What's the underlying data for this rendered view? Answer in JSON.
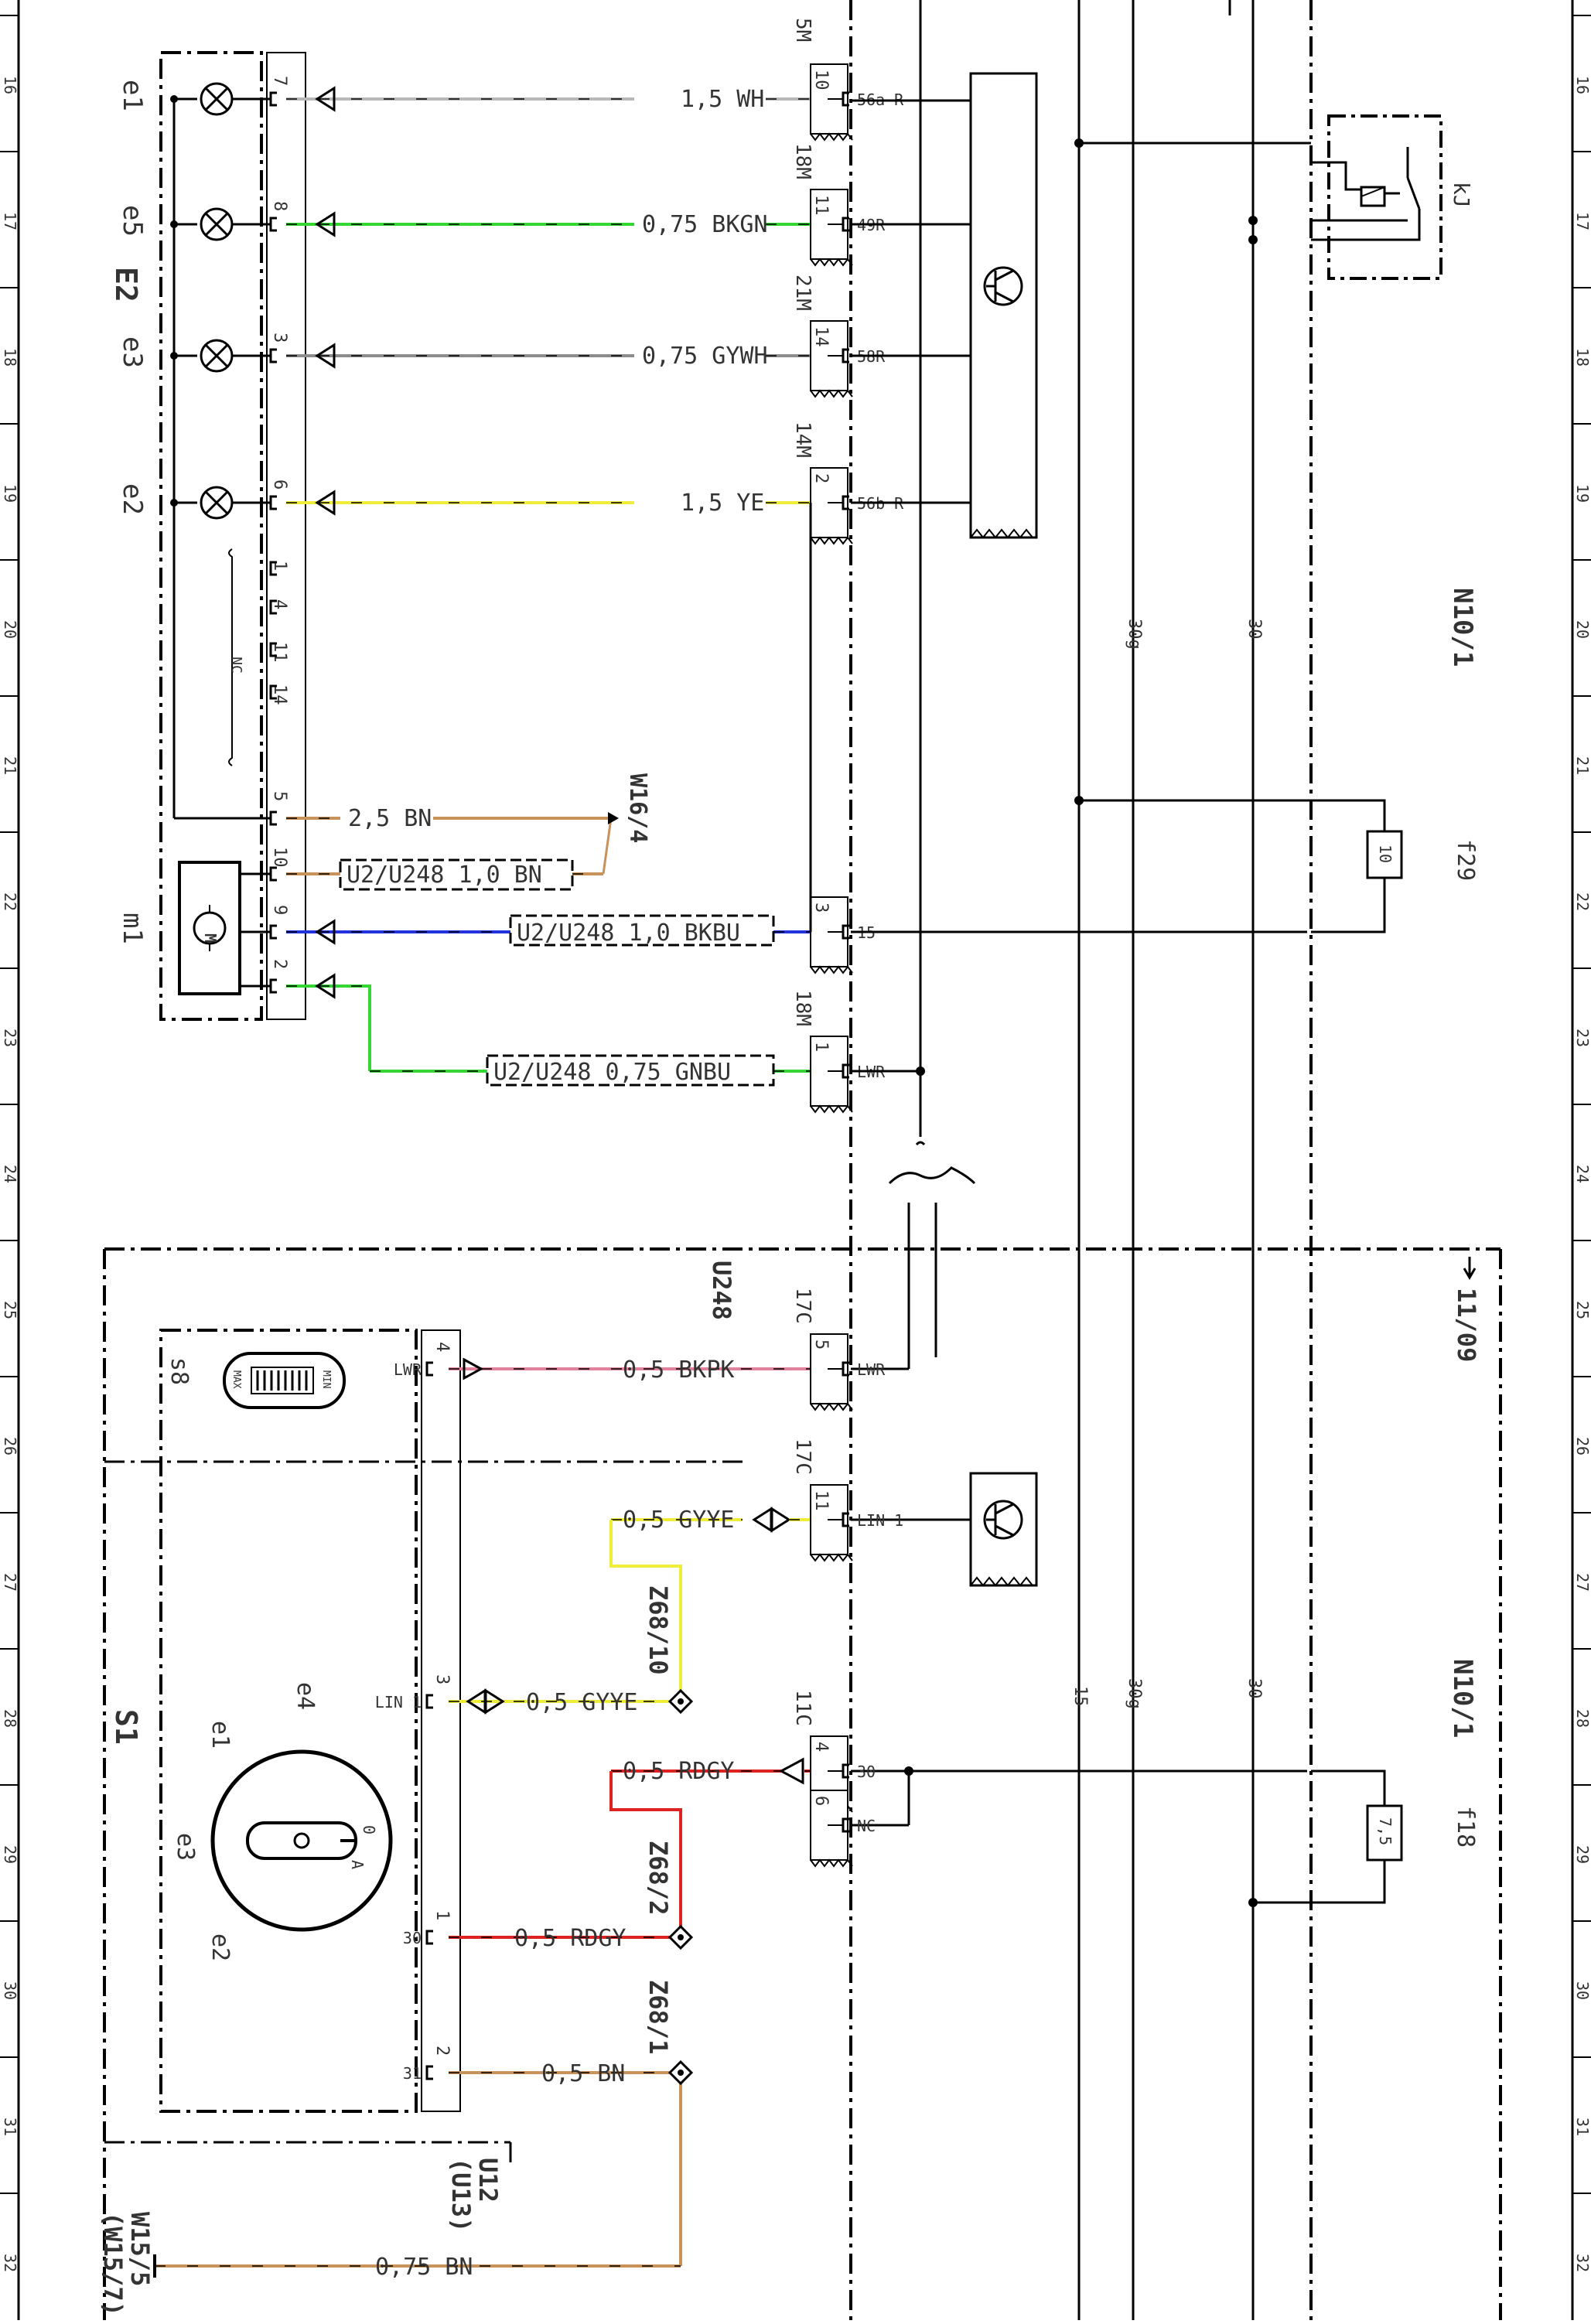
{
  "grid_rows": [
    "16",
    "17",
    "18",
    "19",
    "20",
    "21",
    "22",
    "23",
    "24",
    "25",
    "26",
    "27",
    "28",
    "29",
    "30",
    "31",
    "32"
  ],
  "components": {
    "e2_block": "E2",
    "s1_block": "S1",
    "n10_top": "N10/1",
    "n10_bottom": "N10/1",
    "u248": "U248",
    "u12": "U12",
    "u13": "(U13)",
    "w16": "W16/4",
    "w15": "W15/5",
    "w15b": "(W15/7)",
    "ref_11_09": "11/09",
    "z68_10": "Z68/10",
    "z68_2": "Z68/2",
    "z68_1": "Z68/1",
    "kj": "kJ",
    "f29": "f29",
    "f18": "f18",
    "f29_val": "10",
    "f18_val": "7,5",
    "s8": "s8",
    "m1": "m1",
    "nc": "NC",
    "max": "MAX",
    "min": "MIN"
  },
  "lamps": [
    {
      "name": "e1",
      "pin": "7"
    },
    {
      "name": "e5",
      "pin": "8"
    },
    {
      "name": "e3",
      "pin": "3"
    },
    {
      "name": "e2",
      "pin": "6"
    }
  ],
  "e2_pins_nc": [
    "1",
    "4",
    "11",
    "14"
  ],
  "e2_pins_other": [
    "5",
    "10",
    "9",
    "2"
  ],
  "wires_top": [
    {
      "label": "1,5  WH",
      "color": "#b8b8b8"
    },
    {
      "label": "0,75  BKGN",
      "color": "#33d633"
    },
    {
      "label": "0,75  GYWH",
      "color": "#8c8c8c"
    },
    {
      "label": "1,5  YE",
      "color": "#f0ec3a"
    }
  ],
  "wires_mid": [
    {
      "label": "2,5  BN",
      "color": "#c8935a"
    },
    {
      "label": "U2/U248   1,0  BN",
      "color": "#c8935a"
    },
    {
      "label": "U2/U248   1,0  BKBU",
      "color": "#2233dd"
    },
    {
      "label": "U2/U248    0,75  GNBU",
      "color": "#33d633"
    }
  ],
  "connectors_top": [
    {
      "code": "5M",
      "pin": "10",
      "term": "56a  R"
    },
    {
      "code": "18M",
      "pin": "11",
      "term": "49R"
    },
    {
      "code": "21M",
      "pin": "14",
      "term": "58R"
    },
    {
      "code": "14M",
      "pin": "2",
      "term": "56b  R"
    },
    {
      "code": "",
      "pin": "3",
      "term": "15"
    },
    {
      "code": "18M",
      "pin": "1",
      "term": "LWR"
    }
  ],
  "connectors_bottom": [
    {
      "code": "17C",
      "pin": "5",
      "term": "LWR"
    },
    {
      "code": "17C",
      "pin": "11",
      "term": "LIN  1"
    },
    {
      "code": "11C",
      "pin": "4",
      "term": "30"
    },
    {
      "code": "",
      "pin": "6",
      "term": "NC"
    }
  ],
  "wires_bottom": [
    {
      "label": "0,5  BKPK",
      "color": "#e0829c"
    },
    {
      "label": "0,5  GYYE",
      "color": "#f0ec3a"
    },
    {
      "label": "0,5  GYYE",
      "color": "#f0ec3a"
    },
    {
      "label": "0,5  RDGY",
      "color": "#dd2222"
    },
    {
      "label": "0,5  RDGY",
      "color": "#dd2222"
    },
    {
      "label": "0,5  BN",
      "color": "#c8935a"
    },
    {
      "label": "0,75  BN",
      "color": "#c8935a"
    }
  ],
  "s1_pins": [
    {
      "term": "LWR",
      "pin": "4"
    },
    {
      "term": "LIN 1",
      "pin": "3"
    },
    {
      "term": "30",
      "pin": "1"
    },
    {
      "term": "31",
      "pin": "2"
    }
  ],
  "s1_switch_labels": [
    "e4",
    "e1",
    "e3",
    "e2",
    "0",
    "A"
  ],
  "rails": [
    "30g",
    "30",
    "15",
    "30g",
    "30"
  ]
}
